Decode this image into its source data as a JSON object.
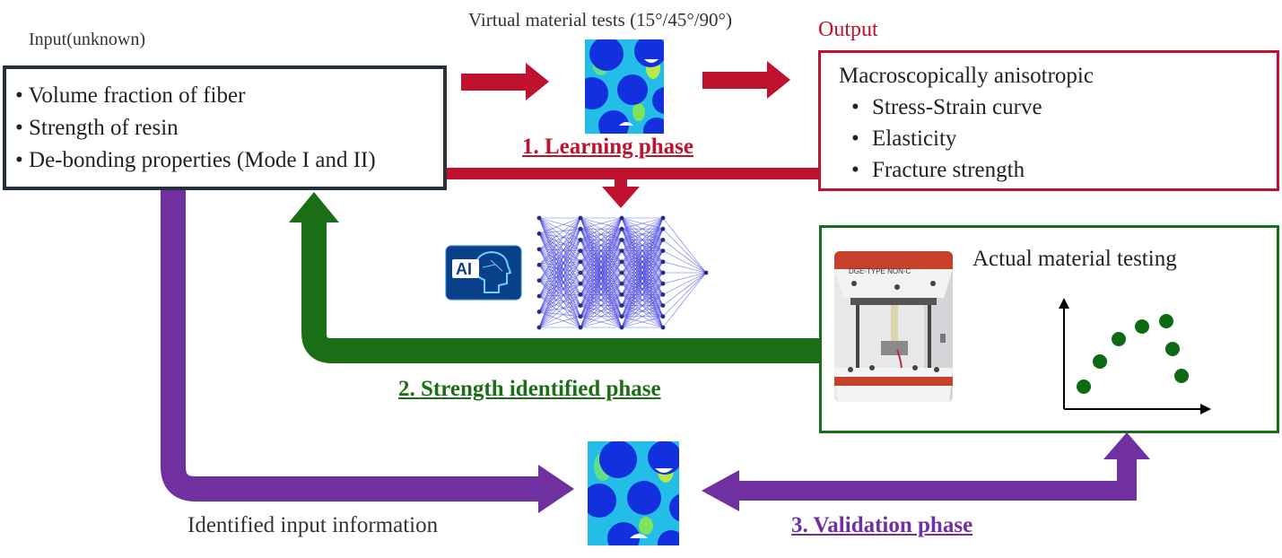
{
  "colors": {
    "red": "#c0122f",
    "green": "#1a6f16",
    "purple": "#7030a0",
    "dark": "#25303b",
    "fiber": "#1230dd",
    "matrix": "#24bde8",
    "nn": "#3d3de0"
  },
  "labels": {
    "input_title": "Input(unknown)",
    "virtual_tests": "Virtual material tests (15°/45°/90°)",
    "output_title": "Output",
    "identified_input": "Identified input information",
    "actual_testing": "Actual material testing",
    "ai_badge": "AI"
  },
  "input_box": {
    "items": [
      "Volume fraction of fiber",
      "Strength of resin",
      "De-bonding  properties (Mode I and II)"
    ]
  },
  "output_box": {
    "heading": "Macroscopically  anisotropic",
    "items": [
      "Stress-Strain  curve",
      "Elasticity",
      "Fracture  strength"
    ]
  },
  "phases": {
    "learning": "1. Learning  phase",
    "strength": "2. Strength identified phase",
    "validation": "3. Validation  phase"
  },
  "icons": {
    "bullet": "•",
    "micro_sim": "micro-simulation-icon",
    "neural_net": "neural-network-icon",
    "ai": "ai-head-icon",
    "test_photo": "testing-machine-photo-icon",
    "scatter": "scatter-plot-icon"
  },
  "test_photo": {
    "machine_label": "DGE-TYPE NON-C"
  }
}
